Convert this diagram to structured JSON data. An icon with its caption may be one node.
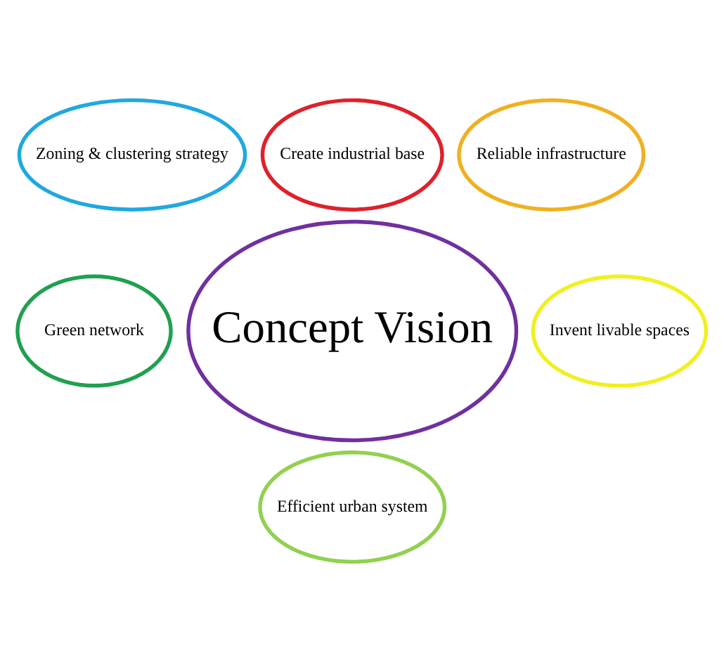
{
  "diagram": {
    "nodes": [
      {
        "text": [
          "Create industrial base"
        ]
      },
      {
        "text": [
          "Zoning & clustering strategy"
        ]
      },
      {
        "text": [
          "Reliable infrastructure"
        ]
      },
      {
        "text": [
          "Concept Vision"
        ]
      },
      {
        "text": [
          "Green network"
        ]
      },
      {
        "text": [
          "Invent livable spaces"
        ]
      },
      {
        "text": [
          "Efficient urban system"
        ]
      }
    ],
    "edges": []
  }
}
